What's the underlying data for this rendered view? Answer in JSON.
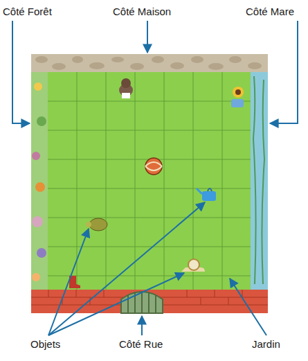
{
  "diagram": {
    "labels": [
      "Côté Forêt",
      "Côté Maison",
      "Côté Mare",
      "Objets",
      "Côté Rue",
      "Jardin"
    ]
  }
}
